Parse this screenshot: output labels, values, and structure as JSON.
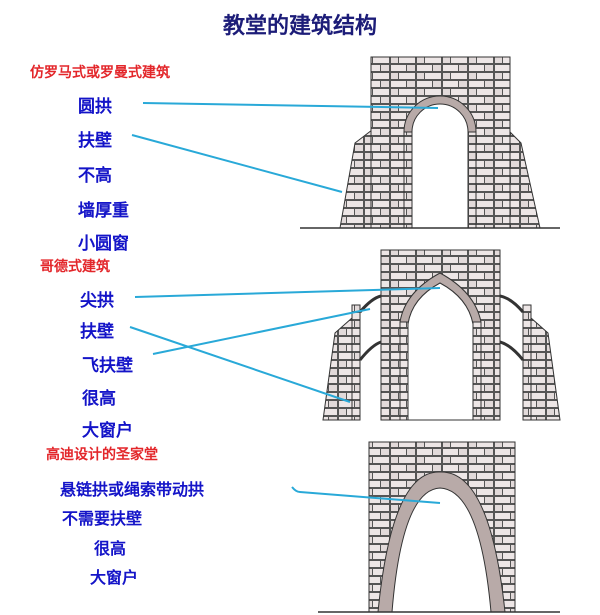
{
  "title": "教堂的建筑结构",
  "sections": [
    {
      "heading": "仿罗马式或罗曼式建筑",
      "items": [
        "圆拱",
        "扶壁",
        "不高",
        "墙厚重",
        "小圆窗"
      ]
    },
    {
      "heading": "哥德式建筑",
      "items": [
        "尖拱",
        "扶壁",
        "飞扶壁",
        "很高",
        "大窗户"
      ]
    },
    {
      "heading": "高迪设计的圣家堂",
      "items": [
        "悬链拱或绳索带动拱",
        "不需要扶壁",
        "很高",
        "大窗户"
      ]
    }
  ],
  "colors": {
    "title": "#1c1c78",
    "heading": "#e3262a",
    "item": "#1414c8",
    "leader": "#29a9d8"
  }
}
